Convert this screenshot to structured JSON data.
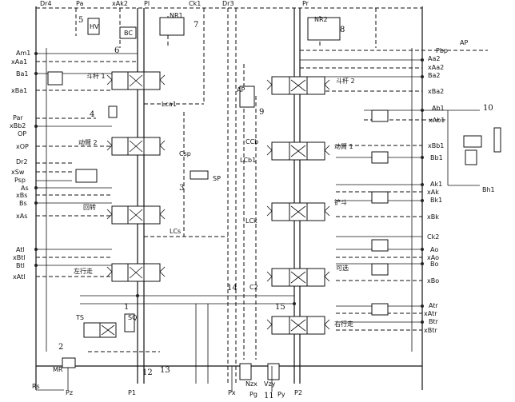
{
  "top_ports": [
    "Dr4",
    "Pa",
    "xAk2",
    "Pl",
    "Ck1",
    "Dr3",
    "Pr"
  ],
  "left_ports": [
    "Am1",
    "xAa1",
    "Ba1",
    "xBa1",
    "Par",
    "xBb2",
    "OP",
    "xOP",
    "Dr2",
    "xSw",
    "Psp",
    "As",
    "xBs",
    "Bs",
    "xAs",
    "Atl",
    "xBtl",
    "Btl",
    "xAtl"
  ],
  "right_ports": [
    "Pbp",
    "AP",
    "Aa2",
    "xAa2",
    "Ba2",
    "xBa2",
    "Ab1",
    "xAb1",
    "xBb1",
    "Bb1",
    "Ak1",
    "xAk",
    "Bk1",
    "xBk",
    "Ck2",
    "Ao",
    "xAo",
    "Bo",
    "xBo",
    "Atr",
    "xAtr",
    "Btr",
    "xBtr"
  ],
  "bottom_ports": [
    "Rs",
    "Pz",
    "P1",
    "Px",
    "Pg",
    "Py",
    "P2"
  ],
  "valve_labels": {
    "arm1": "斗杆 1",
    "arm2": "斗杆 2",
    "boom2": "动臂 2",
    "boom1": "动臂 1",
    "swing": "回转",
    "bucket": "铲斗",
    "spare": "可选",
    "travel_left": "左行走",
    "travel_right": "右行走"
  },
  "component_labels": [
    "HV",
    "NR1",
    "NR2",
    "BC",
    "Lca1",
    "Csp",
    "SP",
    "LCs",
    "AP",
    "CCb",
    "LCb1",
    "LCk",
    "C2",
    "TS",
    "SQ",
    "MR",
    "Nzx",
    "Vzy",
    "Bh1"
  ],
  "numbers": [
    "1",
    "2",
    "3",
    "4",
    "5",
    "6",
    "7",
    "8",
    "9",
    "10",
    "11",
    "12",
    "13",
    "14",
    "15"
  ]
}
